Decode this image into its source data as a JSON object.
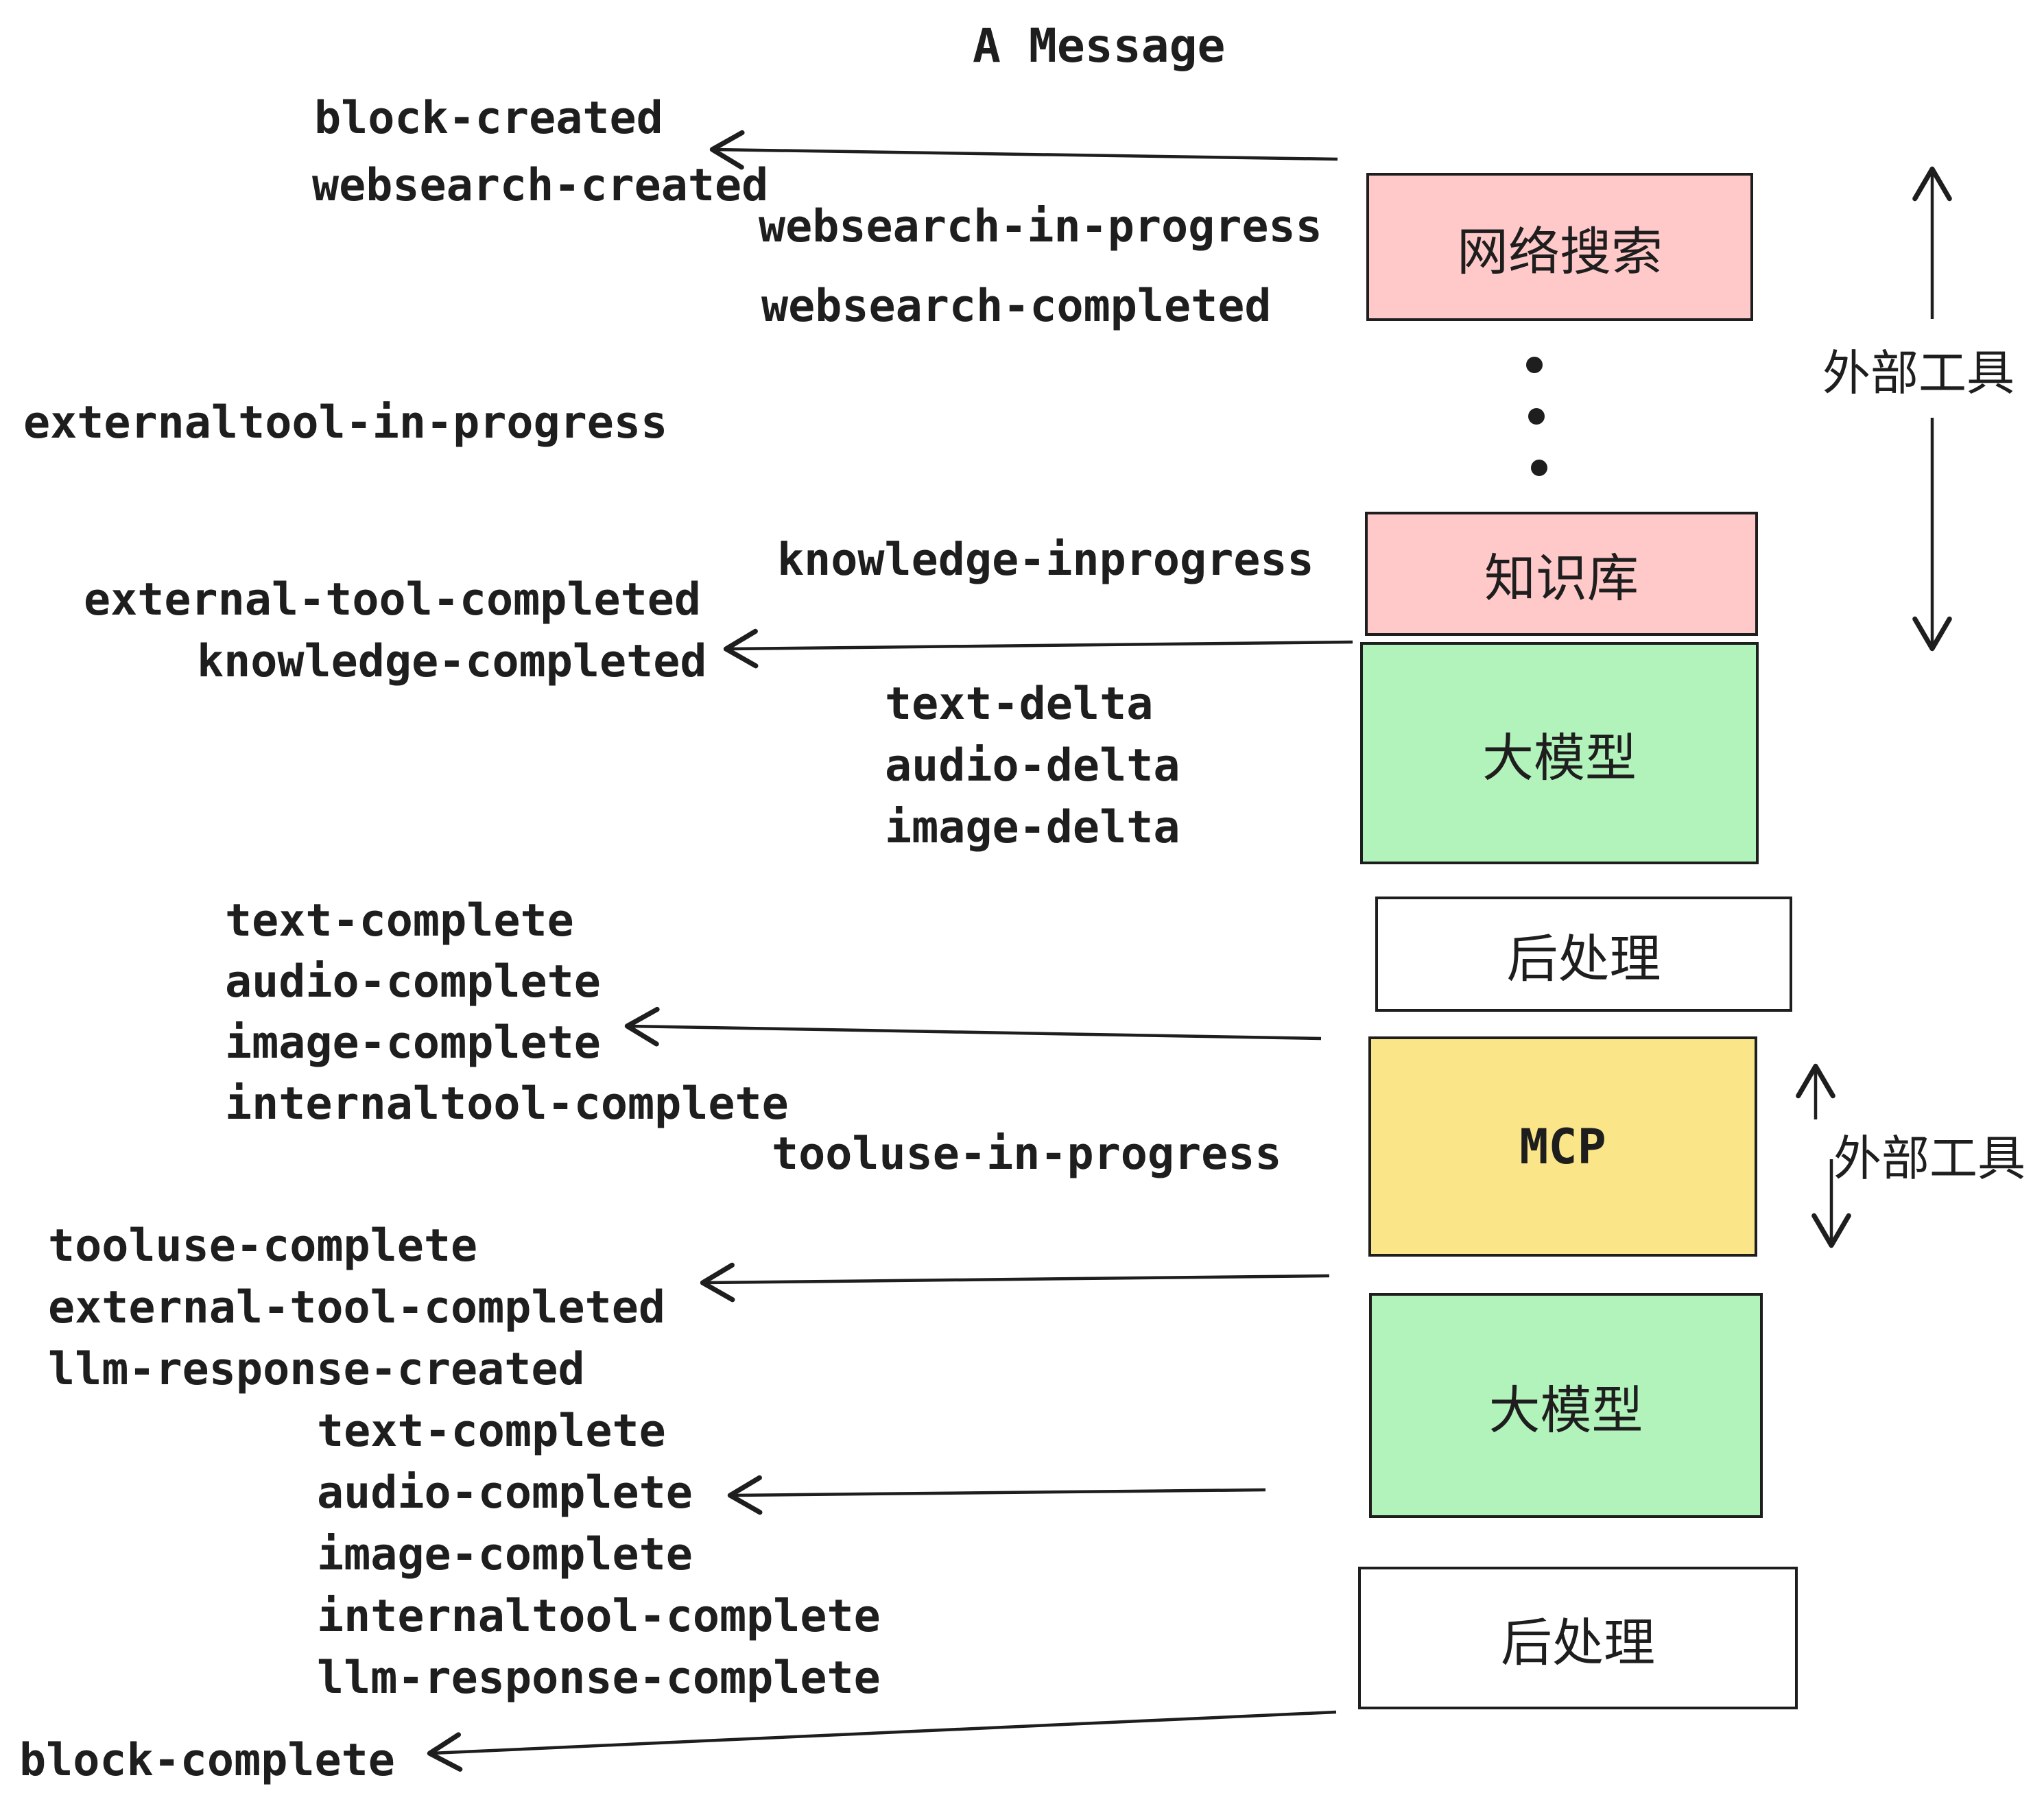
{
  "title": "A Message",
  "boxes": {
    "websearch": "网络搜索",
    "knowledge": "知识库",
    "llm1": "大模型",
    "post1": "后处理",
    "mcp": "MCP",
    "llm2": "大模型",
    "post2": "后处理"
  },
  "side_labels": {
    "external_tools_top": "外部工具",
    "external_tools_mcp": "外部工具"
  },
  "events": {
    "block_created": "block-created",
    "websearch_created": "websearch-created",
    "websearch_in_progress": "websearch-in-progress",
    "websearch_completed": "websearch-completed",
    "externaltool_in_progress": "externaltool-in-progress",
    "knowledge_inprogress": "knowledge-inprogress",
    "external_tool_completed": "external-tool-completed",
    "knowledge_completed": "knowledge-completed",
    "text_delta": "text-delta",
    "audio_delta": "audio-delta",
    "image_delta": "image-delta",
    "text_complete": "text-complete",
    "audio_complete": "audio-complete",
    "image_complete": "image-complete",
    "internaltool_complete": "internaltool-complete",
    "tooluse_in_progress": "tooluse-in-progress",
    "tooluse_complete": "tooluse-complete",
    "external_tool_completed2": "external-tool-completed",
    "llm_response_created": "llm-response-created",
    "text_complete2": "text-complete",
    "audio_complete2": "audio-complete",
    "image_complete2": "image-complete",
    "internaltool_complete2": "internaltool-complete",
    "llm_response_complete": "llm-response-complete",
    "block_complete": "block-complete"
  },
  "colors": {
    "pink": "#ffc9c9",
    "green": "#b2f2bb",
    "yellow": "#fae588",
    "box_white": "#ffffff",
    "stroke": "#1e1e1e",
    "background": "#ffffff"
  }
}
